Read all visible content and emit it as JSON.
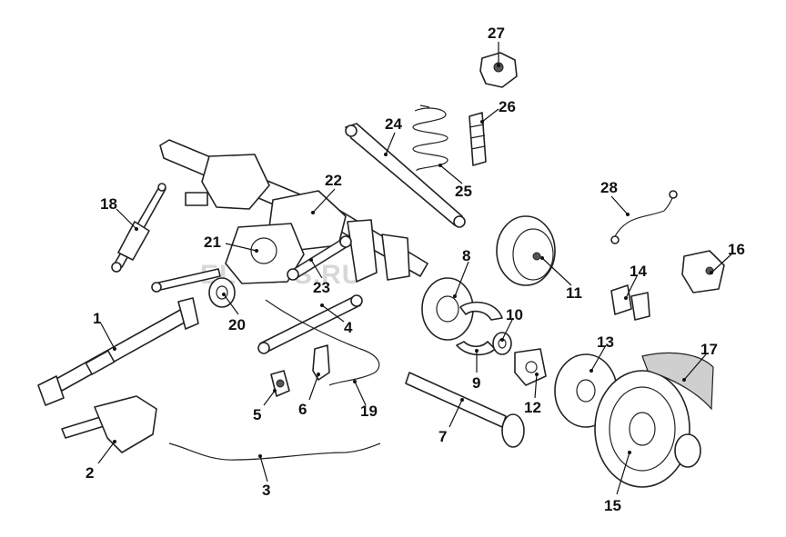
{
  "watermark": "ELCATS.RU",
  "callouts": [
    "1",
    "2",
    "3",
    "4",
    "5",
    "6",
    "7",
    "8",
    "9",
    "10",
    "11",
    "12",
    "13",
    "14",
    "15",
    "16",
    "17",
    "18",
    "19",
    "20",
    "21",
    "22",
    "23",
    "24",
    "25",
    "26",
    "27",
    "28"
  ]
}
